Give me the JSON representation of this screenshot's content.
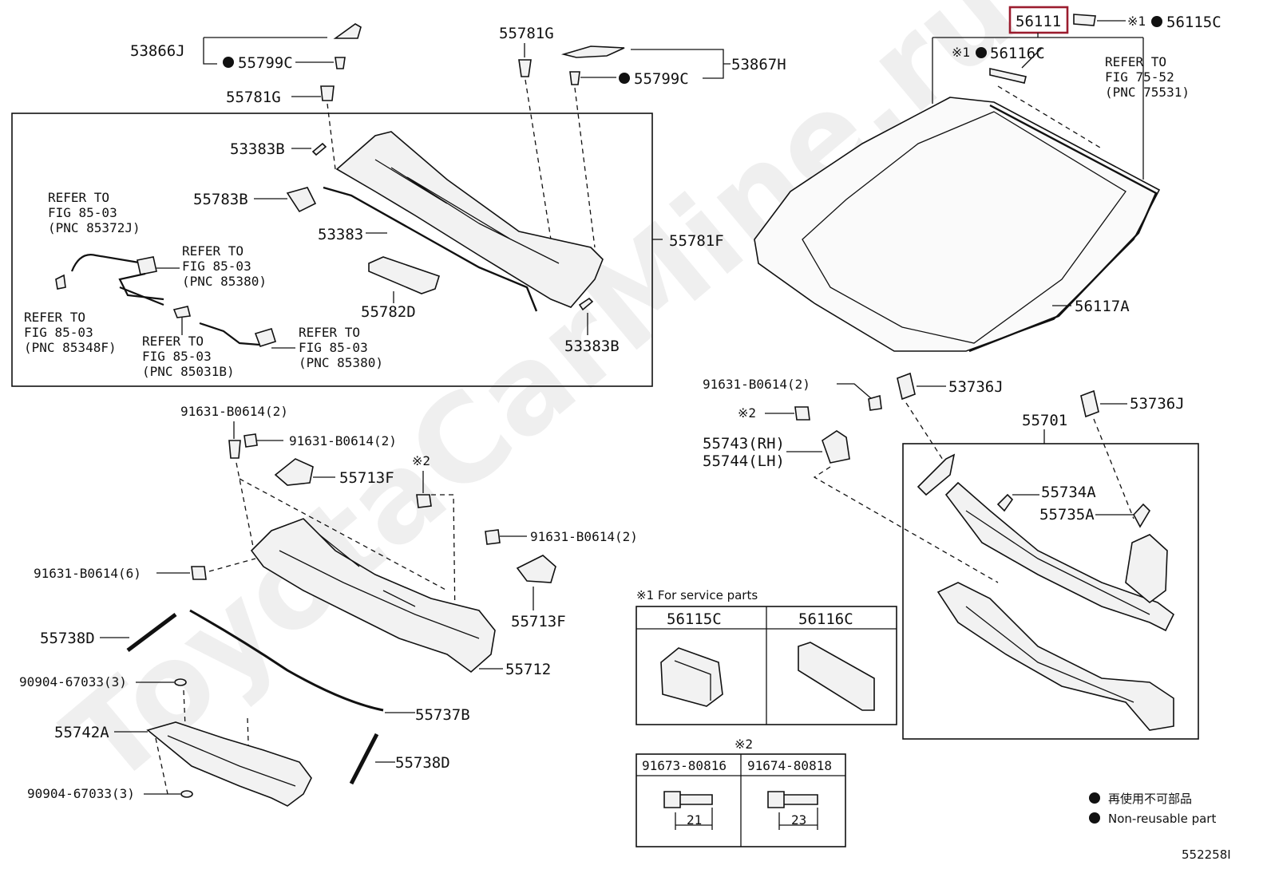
{
  "diagram_code": "552258I",
  "highlight_color": "#9b1c2e",
  "labels": {
    "p53866J": "53866J",
    "p55799C_a": "55799C",
    "p55781G_a": "55781G",
    "p55781G_b": "55781G",
    "p55799C_b": "55799C",
    "p53867H": "53867H",
    "p56111": "56111",
    "p56115C": "56115C",
    "p56116C": "56116C",
    "p53383B_a": "53383B",
    "p55783B": "55783B",
    "p53383": "53383",
    "p55782D": "55782D",
    "p53383B_b": "53383B",
    "p55781F": "55781F",
    "p56117A": "56117A",
    "p91631_a": "91631-B0614(2)",
    "p53736J_a": "53736J",
    "p53736J_b": "53736J",
    "p55701": "55701",
    "p55743": "55743(RH)",
    "p55744": "55744(LH)",
    "p55734A": "55734A",
    "p55735A": "55735A",
    "p91631_b": "91631-B0614(2)",
    "p91631_c": "91631-B0614(2)",
    "p55713F_a": "55713F",
    "p91631_d": "91631-B0614(2)",
    "p91631_e": "91631-B0614(6)",
    "p55713F_b": "55713F",
    "p55738D_a": "55738D",
    "p55712": "55712",
    "p90904_a": "90904-67033(3)",
    "p55737B": "55737B",
    "p55742A": "55742A",
    "p55738D_b": "55738D",
    "p90904_b": "90904-67033(3)",
    "mark2_a": "※2",
    "mark2_b": "※2",
    "mark2_c": "※2",
    "mark1_a": "※1",
    "mark1_b": "※1"
  },
  "refer_notes": {
    "r1": [
      "REFER TO",
      "FIG 85-03",
      "(PNC 85372J)"
    ],
    "r2": [
      "REFER TO",
      "FIG 85-03",
      "(PNC 85380)"
    ],
    "r3": [
      "REFER TO",
      "FIG 85-03",
      "(PNC 85348F)"
    ],
    "r4": [
      "REFER TO",
      "FIG 85-03",
      "(PNC 85031B)"
    ],
    "r5": [
      "REFER TO",
      "FIG 85-03",
      "(PNC 85380)"
    ],
    "r6": [
      "REFER TO",
      "FIG 75-52",
      "(PNC 75531)"
    ]
  },
  "service_table": {
    "title": "※1 For service parts",
    "headers": [
      "56115C",
      "56116C"
    ]
  },
  "bolt_table": {
    "mark": "※2",
    "headers": [
      "91673-80816",
      "91674-80818"
    ],
    "dims": [
      "21",
      "23"
    ]
  },
  "legend": {
    "jp": "再使用不可部品",
    "en": "Non-reusable part"
  },
  "watermark": "ToyotaCarMine.ru"
}
